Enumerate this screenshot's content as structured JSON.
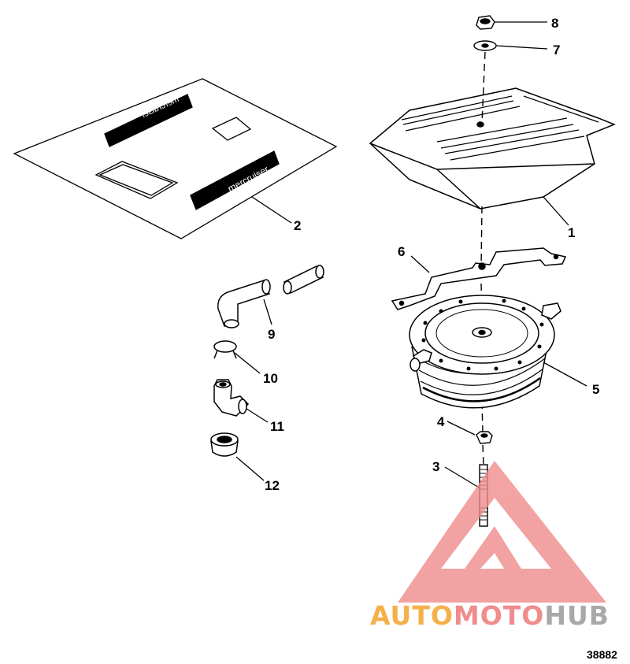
{
  "callouts": [
    "1",
    "2",
    "3",
    "4",
    "5",
    "6",
    "7",
    "8",
    "9",
    "10",
    "11",
    "12"
  ],
  "decals": {
    "brand_text": "mercruiser"
  },
  "reference_number": "38882",
  "watermark": {
    "part1": "AUTO",
    "part2": "MOTO",
    "part3": "HUB",
    "color_orange": "#f5b04a",
    "color_red": "#f08c8c",
    "color_gray": "#a8a8a8"
  }
}
